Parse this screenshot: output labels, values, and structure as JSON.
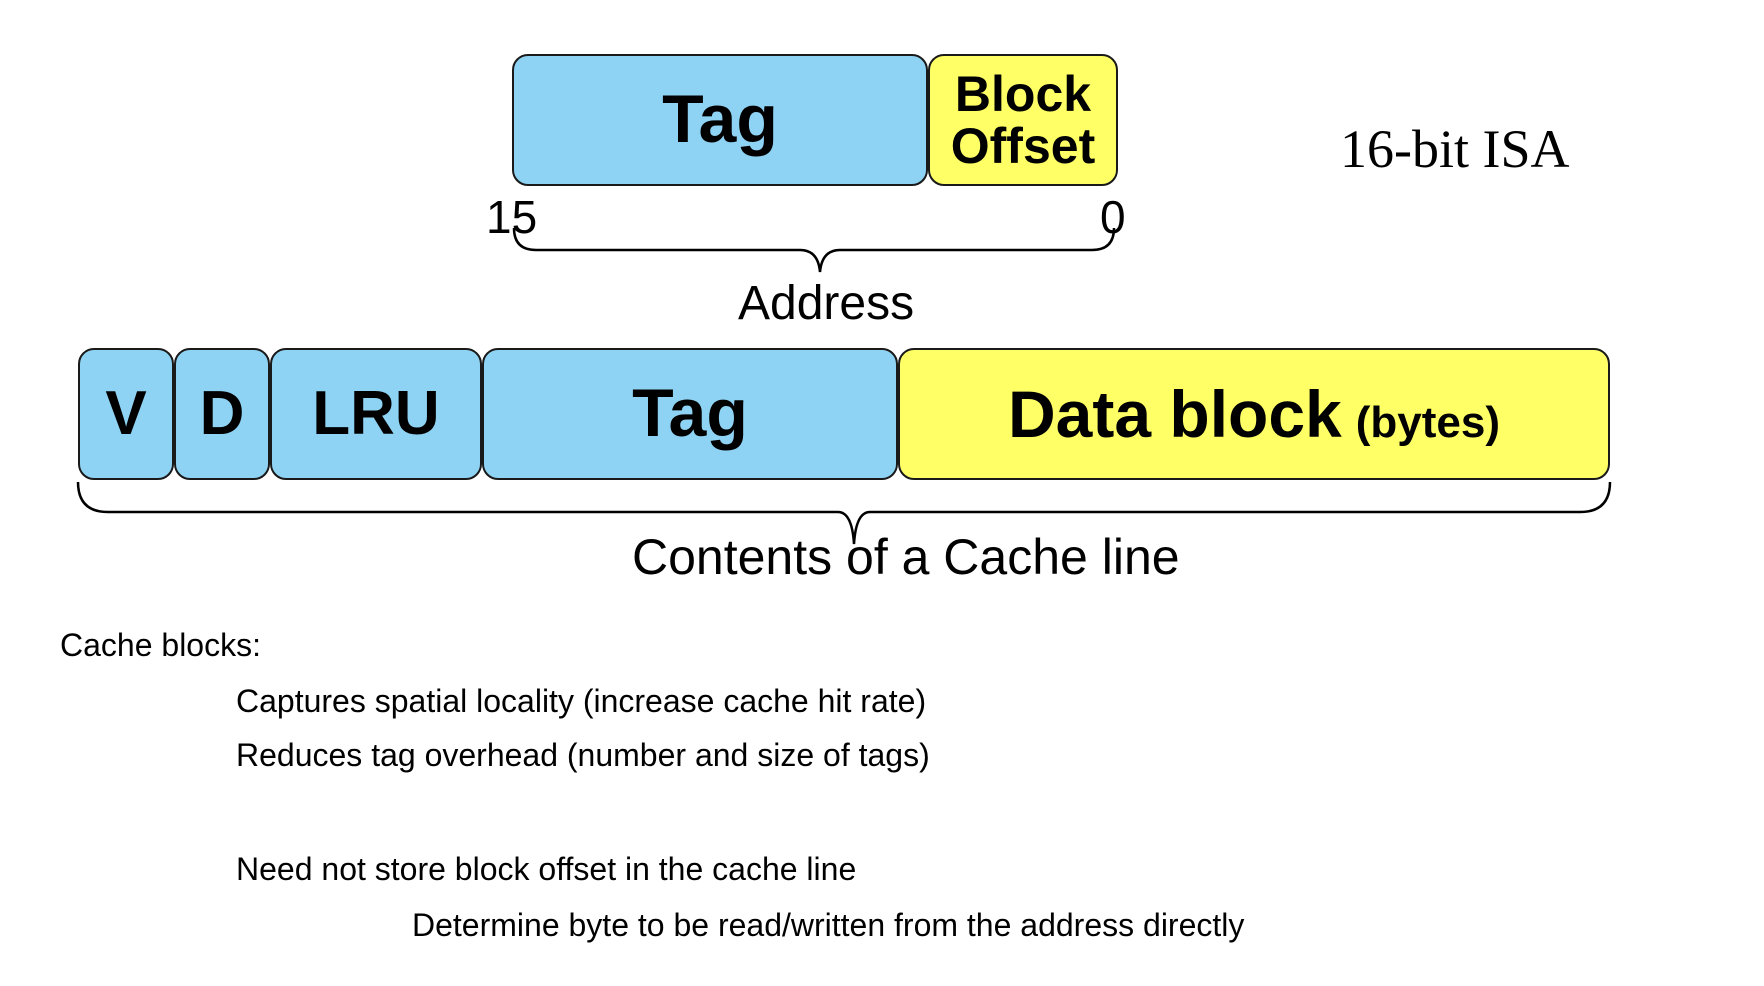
{
  "address": {
    "fields": [
      {
        "name": "tag",
        "label": "Tag",
        "color": "#8fd3f4"
      },
      {
        "name": "block-offset",
        "label_line1": "Block",
        "label_line2": "Offset",
        "color": "#ffff66"
      }
    ],
    "msb_label": "15",
    "lsb_label": "0",
    "caption": "Address"
  },
  "isa_label": "16-bit ISA",
  "cache_line": {
    "fields": [
      {
        "name": "valid",
        "label": "V",
        "color": "#8fd3f4"
      },
      {
        "name": "dirty",
        "label": "D",
        "color": "#8fd3f4"
      },
      {
        "name": "lru",
        "label": "LRU",
        "color": "#8fd3f4"
      },
      {
        "name": "tag",
        "label": "Tag",
        "color": "#8fd3f4"
      },
      {
        "name": "data-block",
        "label": "Data block",
        "sublabel": "(bytes)",
        "color": "#ffff66"
      }
    ],
    "caption": "Contents of a Cache line"
  },
  "notes": {
    "heading": "Cache blocks:",
    "point1": "Captures spatial locality (increase cache hit rate)",
    "point2": "Reduces tag overhead (number and size of tags)",
    "point3": "Need not store block offset in the cache line",
    "point3_sub": "Determine byte to be read/written from the address directly"
  }
}
